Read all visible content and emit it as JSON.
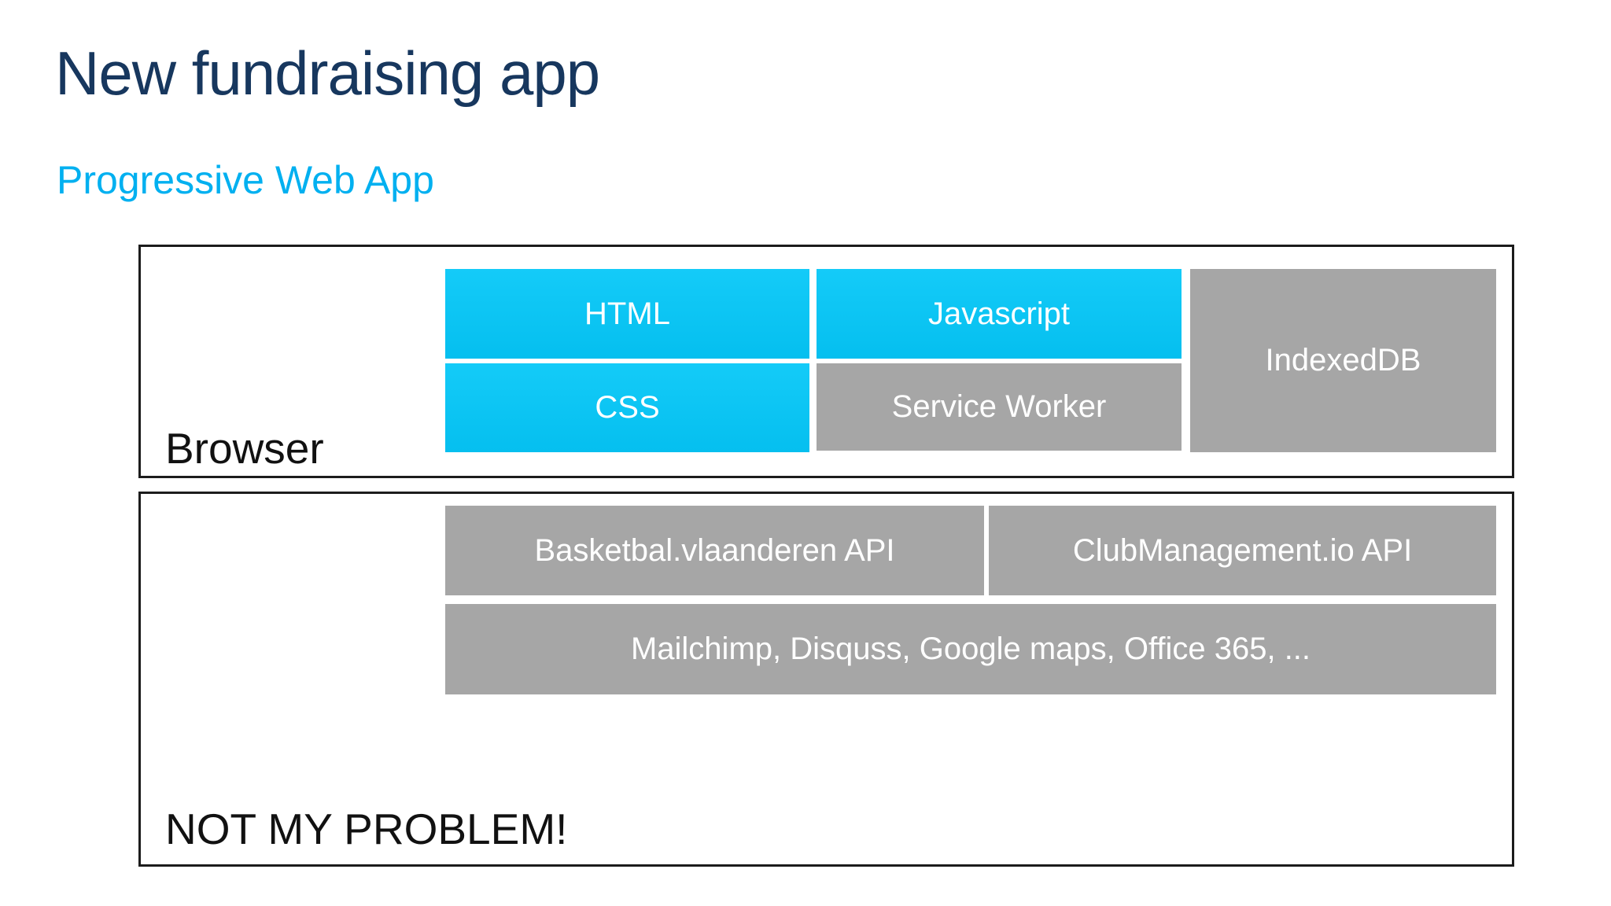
{
  "slide": {
    "title": "New fundraising app",
    "subtitle": "Progressive Web App"
  },
  "colors": {
    "title_text": "#17375E",
    "subtitle_text": "#00B0F0",
    "cyan_block": "#0CC5F4",
    "gray_block": "#A6A6A6",
    "block_text": "#FFFFFF",
    "box_border": "#1C1C1C",
    "label_text": "#111111"
  },
  "browser_group": {
    "label": "Browser",
    "blocks": {
      "html": "HTML",
      "javascript": "Javascript",
      "css": "CSS",
      "service_worker": "Service Worker",
      "indexeddb": "IndexedDB"
    }
  },
  "external_group": {
    "label": "NOT MY PROBLEM!",
    "blocks": {
      "basketbal_api": "Basketbal.vlaanderen API",
      "clubmanagement_api": "ClubManagement.io API",
      "third_party": "Mailchimp, Disquss, Google maps, Office 365, ..."
    }
  }
}
